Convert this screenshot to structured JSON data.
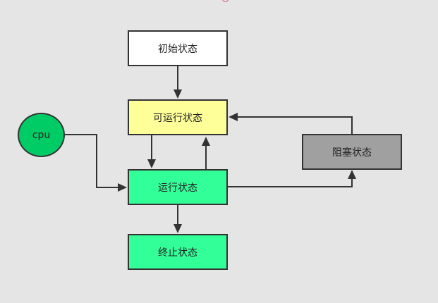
{
  "colors": {
    "background": "#e5e5e5",
    "border": "#333333",
    "text": "#222222",
    "initial": "#ffffff",
    "runnable": "#ffff99",
    "running": "#33ff99",
    "terminated": "#33ff99",
    "blocked": "#a0a0a0",
    "cpu": "#00cc66"
  },
  "nodes": {
    "initial": {
      "label": "初始状态",
      "shape": "rectangle"
    },
    "runnable": {
      "label": "可运行状态",
      "shape": "rectangle"
    },
    "running": {
      "label": "运行状态",
      "shape": "rectangle"
    },
    "terminated": {
      "label": "终止状态",
      "shape": "rectangle"
    },
    "blocked": {
      "label": "阻塞状态",
      "shape": "rectangle"
    },
    "cpu": {
      "label": "cpu",
      "shape": "circle"
    }
  },
  "edges": [
    {
      "from": "initial",
      "to": "runnable"
    },
    {
      "from": "runnable",
      "to": "running"
    },
    {
      "from": "running",
      "to": "runnable"
    },
    {
      "from": "cpu",
      "to": "running"
    },
    {
      "from": "running",
      "to": "blocked"
    },
    {
      "from": "blocked",
      "to": "runnable"
    },
    {
      "from": "running",
      "to": "terminated"
    }
  ]
}
